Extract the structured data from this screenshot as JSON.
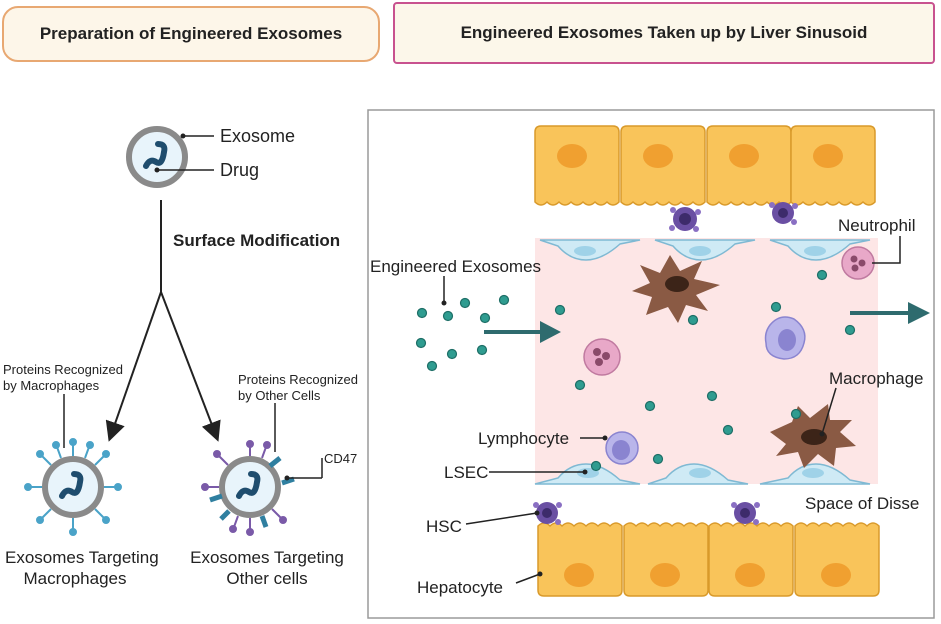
{
  "headers": {
    "left": "Preparation of Engineered Exosomes",
    "right": "Engineered Exosomes Taken up by Liver Sinusoid"
  },
  "left_panel": {
    "exosome_label": "Exosome",
    "drug_label": "Drug",
    "surface_modification": "Surface Modification",
    "proteins_macrophages": [
      "Proteins Recognized",
      "by Macrophages"
    ],
    "proteins_other": [
      "Proteins Recognized",
      "by Other Cells"
    ],
    "cd47": "CD47",
    "targeting_macrophages": [
      "Exosomes Targeting",
      "Macrophages"
    ],
    "targeting_other": [
      "Exosomes Targeting",
      "Other cells"
    ]
  },
  "right_panel": {
    "engineered_exosomes": "Engineered Exosomes",
    "neutrophil": "Neutrophil",
    "macrophage": "Macrophage",
    "lymphocyte": "Lymphocyte",
    "lsec": "LSEC",
    "space_of_disse": "Space of Disse",
    "hsc": "HSC",
    "hepatocyte": "Hepatocyte"
  },
  "colors": {
    "hepatocyte_fill": "#f9c45a",
    "hepatocyte_nucleus": "#f0a030",
    "sinusoid_bg": "#fde6e6",
    "lsec_fill": "#cfeaf5",
    "exosome_dot": "#2f9c90",
    "arrow": "#2e6b6e",
    "macrophage_fill": "#8a5a44",
    "hsc_fill": "#6a4fa3",
    "neutrophil_fill": "#e8a8c8",
    "lymphocyte_fill": "#b9b5ea"
  }
}
